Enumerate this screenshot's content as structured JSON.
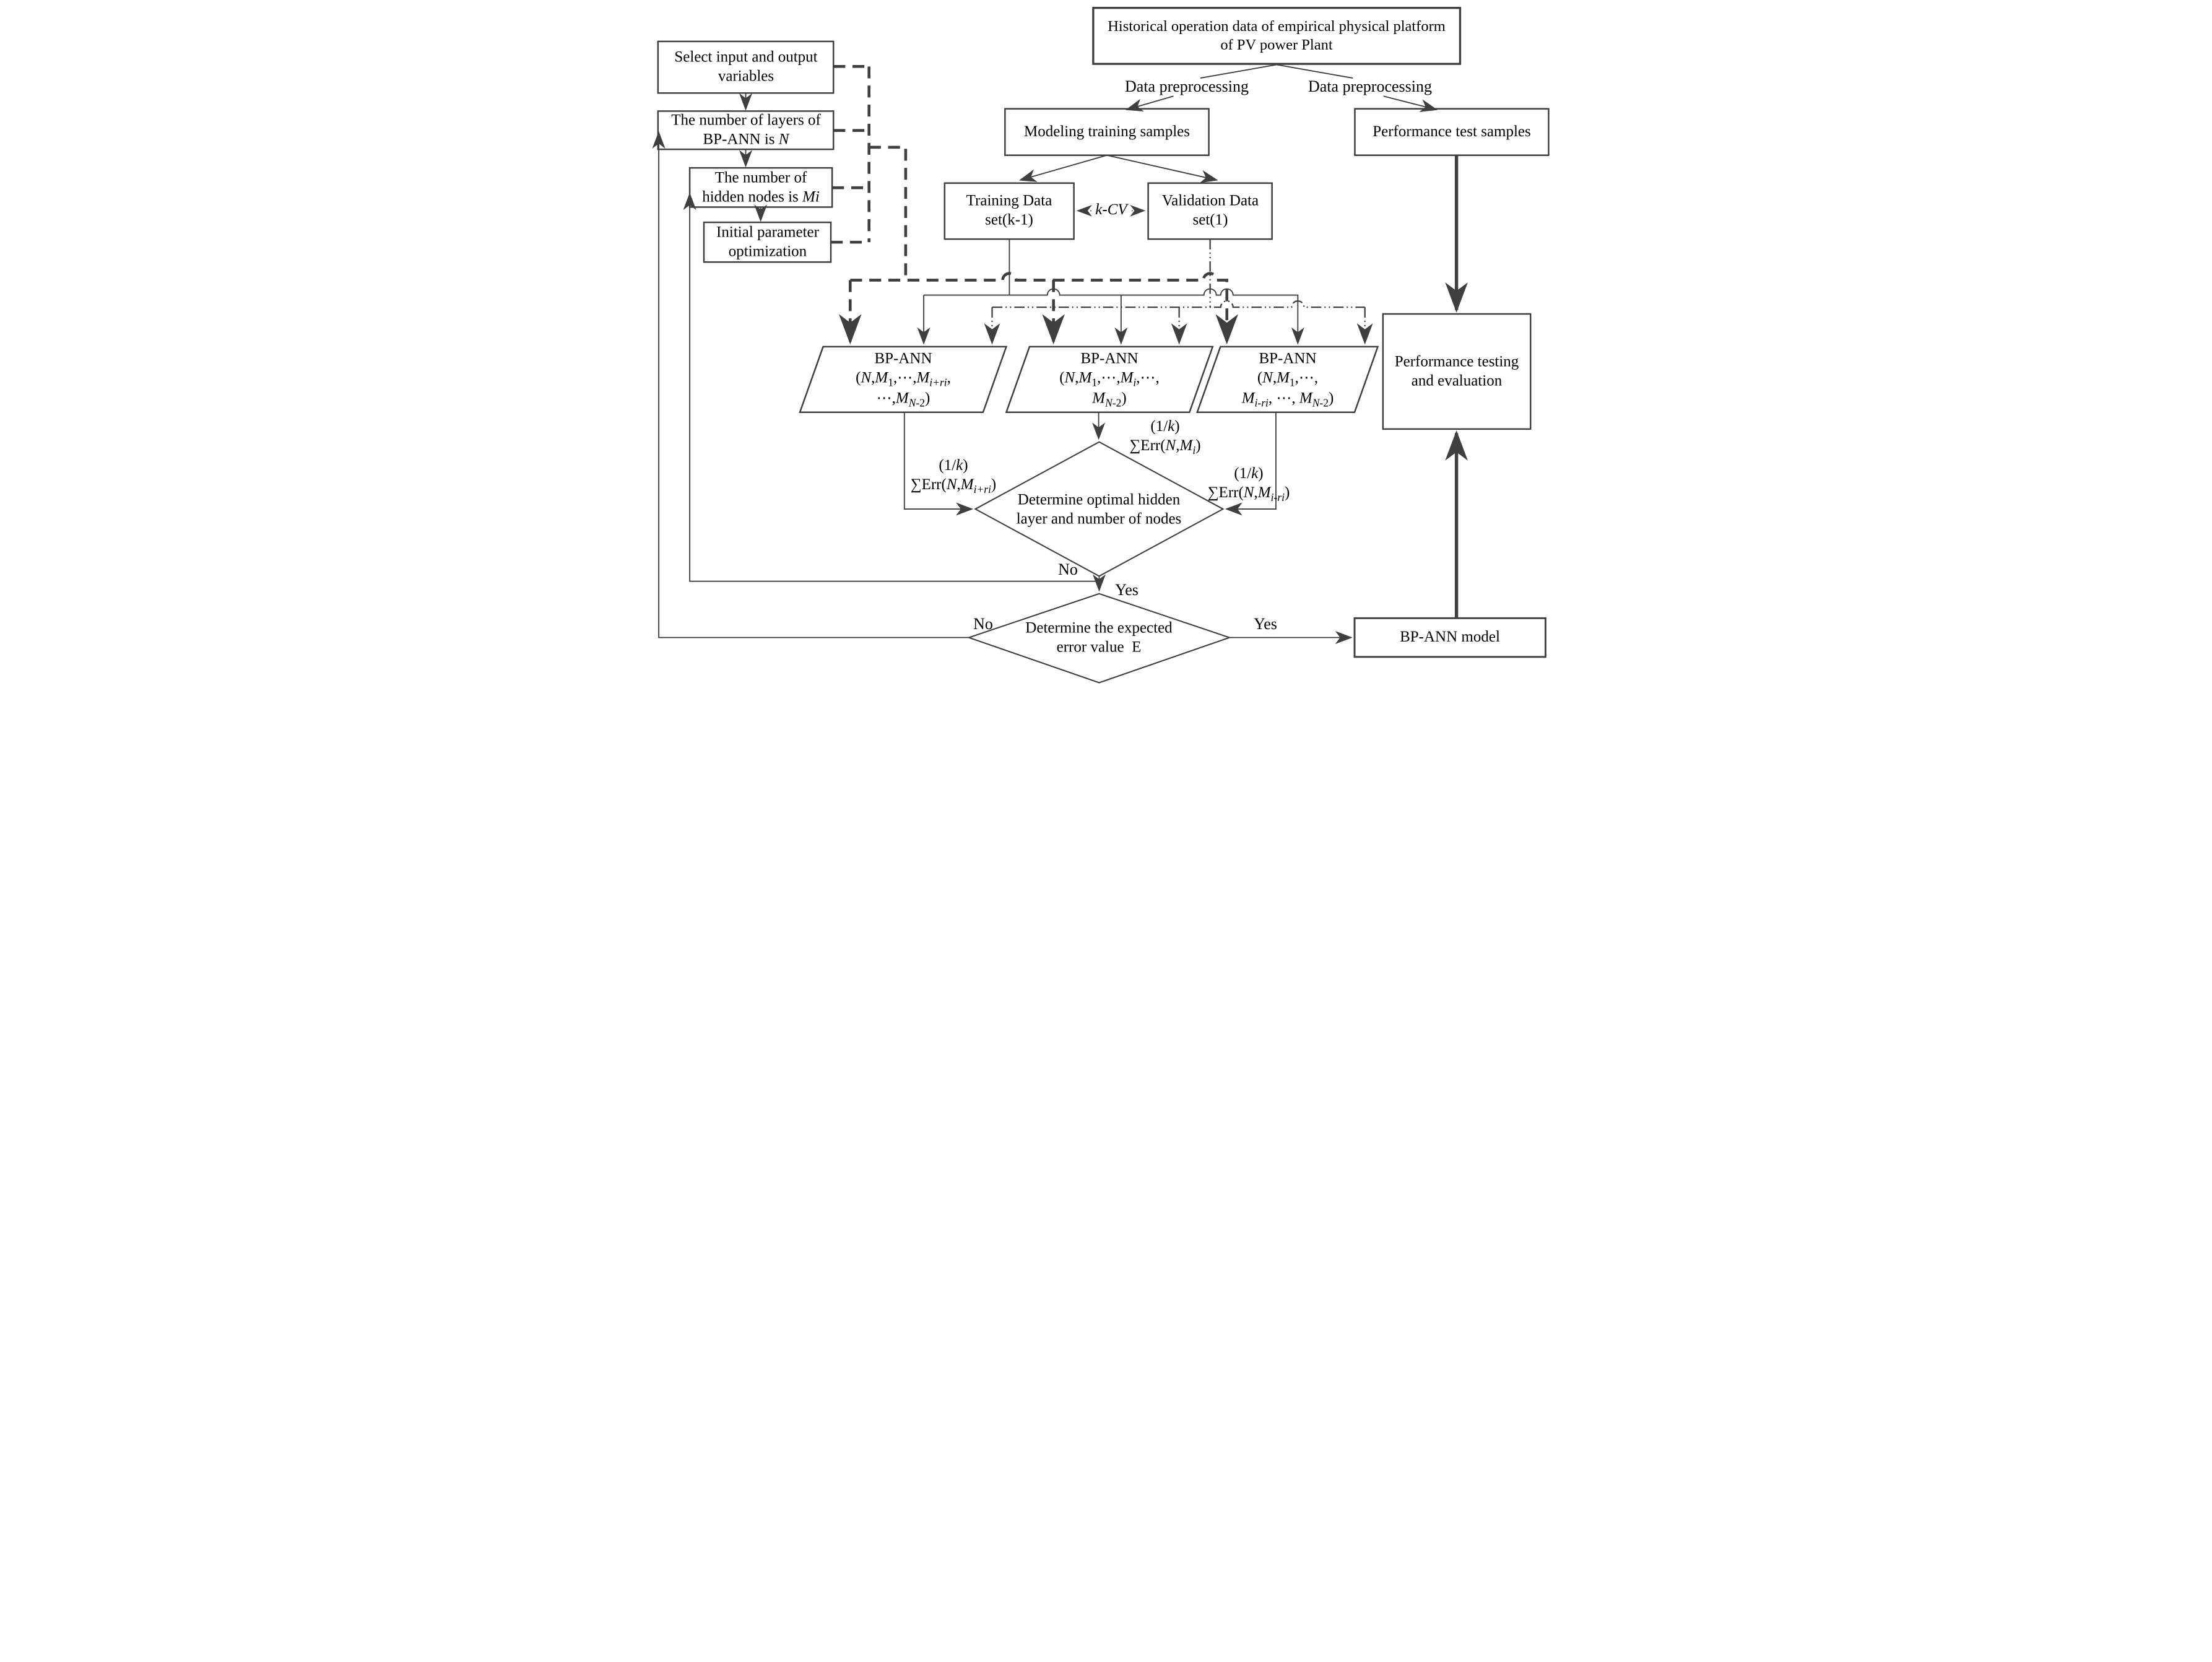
{
  "diagram": {
    "title": "BP-ANN modeling flowchart for PV power plant",
    "colors": {
      "line": "#3f3f3f",
      "text": "#000000",
      "background": "#ffffff"
    },
    "nodes": {
      "historical": "Historical operation data of empirical physical platform<br>of PV power Plant",
      "modeling": "Modeling training samples",
      "perf_samples": "Performance test samples",
      "training": "Training Data<br>set(k-1)",
      "validation": "Validation Data<br>set(1)",
      "select_io": "Select input and output<br>variables",
      "layers": "The number of layers of<br>BP-ANN is <i>N</i>",
      "hidden": "The number of<br>hidden nodes is <i>Mi</i>",
      "init_param": "Initial parameter<br>optimization",
      "perf_testing": "Performance testing<br>and evaluation",
      "bpann_model": "BP-ANN model",
      "decision1": "Determine optimal hidden<br>layer and number of nodes",
      "decision2": "Determine the expected<br>error value&nbsp; E",
      "bpann1": {
        "lines": [
          "BP-ANN",
          "(<i>N</i>,<i>M</i><sub>1</sub>,⋯,<i>M</i><sub><i>i+ri</i></sub>,",
          "⋯,<i>M</i><sub><i>N</i>-2</sub>)"
        ]
      },
      "bpann2": {
        "lines": [
          "BP-ANN",
          "(<i>N</i>,<i>M</i><sub>1</sub>,⋯,<i>M</i><sub><i>i</i></sub>,⋯,",
          "<i>M</i><sub><i>N</i>-2</sub>)"
        ]
      },
      "bpann3": {
        "lines": [
          "BP-ANN",
          "(<i>N</i>,<i>M</i><sub>1</sub>,⋯,",
          "<i>M</i><sub><i>i-ri</i></sub>, ⋯, <i>M</i><sub><i>N</i>-2</sub>)"
        ]
      }
    },
    "labels": {
      "dp_left": "Data preprocessing",
      "dp_right": "Data preprocessing",
      "kcv": "<i>k</i>-<i>CV</i>",
      "sum_left": {
        "lines": [
          "(1/<i>k</i>)",
          "∑Err(<i>N</i>,<i>M</i><sub><i>i+ri</i></sub>)"
        ]
      },
      "sum_mid": {
        "lines": [
          "(1/<i>k</i>)",
          "∑Err(<i>N</i>,<i>M</i><sub><i>i</i></sub>)"
        ]
      },
      "sum_right": {
        "lines": [
          "(1/<i>k</i>)",
          "∑Err(<i>N</i>,<i>M</i><sub><i>i-ri</i></sub>)"
        ]
      },
      "no1": "No",
      "yes1": "Yes",
      "no2": "No",
      "yes2": "Yes"
    }
  }
}
